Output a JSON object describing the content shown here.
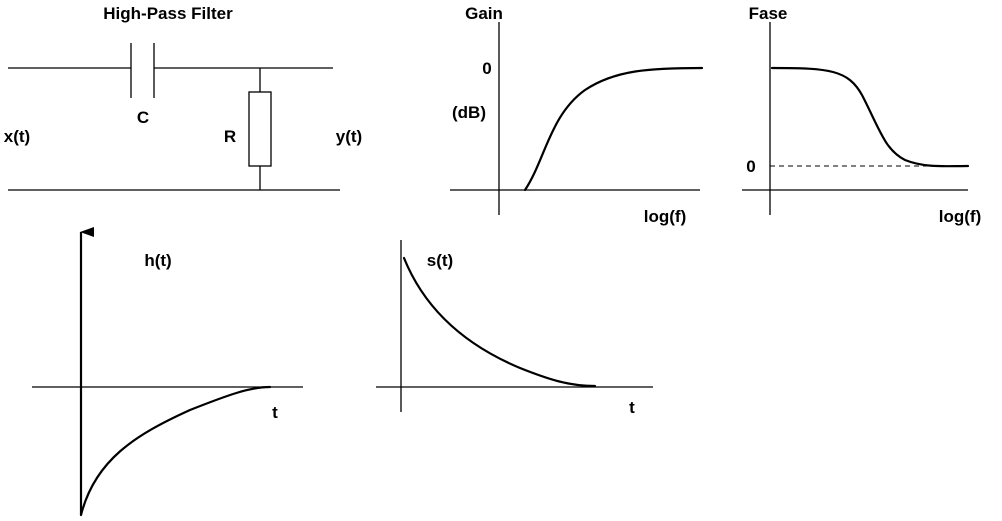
{
  "circuit": {
    "title": "High-Pass Filter",
    "input_label": "x(t)",
    "output_label": "y(t)",
    "capacitor_label": "C",
    "resistor_label": "R"
  },
  "gain_plot": {
    "title": "Gain",
    "y_tick": "0",
    "y_unit": "(dB)",
    "x_label": "log(f)"
  },
  "phase_plot": {
    "title": "Fase",
    "y_tick": "0",
    "x_label": "log(f)"
  },
  "impulse_plot": {
    "label": "h(t)",
    "x_label": "t"
  },
  "step_plot": {
    "label": "s(t)",
    "x_label": "t"
  }
}
